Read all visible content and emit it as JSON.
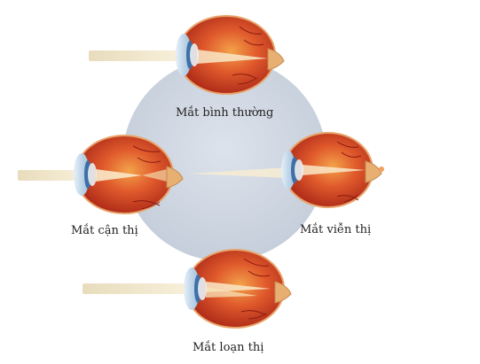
{
  "diagram": {
    "labels": {
      "normal": "Mắt bình thường",
      "myopia": "Mắt cận thị",
      "hyperopia": "Mắt viễn thị",
      "astigmatism": "Mắt loạn thị"
    },
    "colors": {
      "background_circle": "#cdd6e2",
      "eyeball": "#d9442a",
      "eyeball_dark": "#a52618",
      "sclera_edge": "#e8a36a",
      "cornea": "#bcd6ec",
      "iris": "#3f6fa6",
      "light_beam": "#efe3c4",
      "focal_point": "#f0a060"
    }
  }
}
